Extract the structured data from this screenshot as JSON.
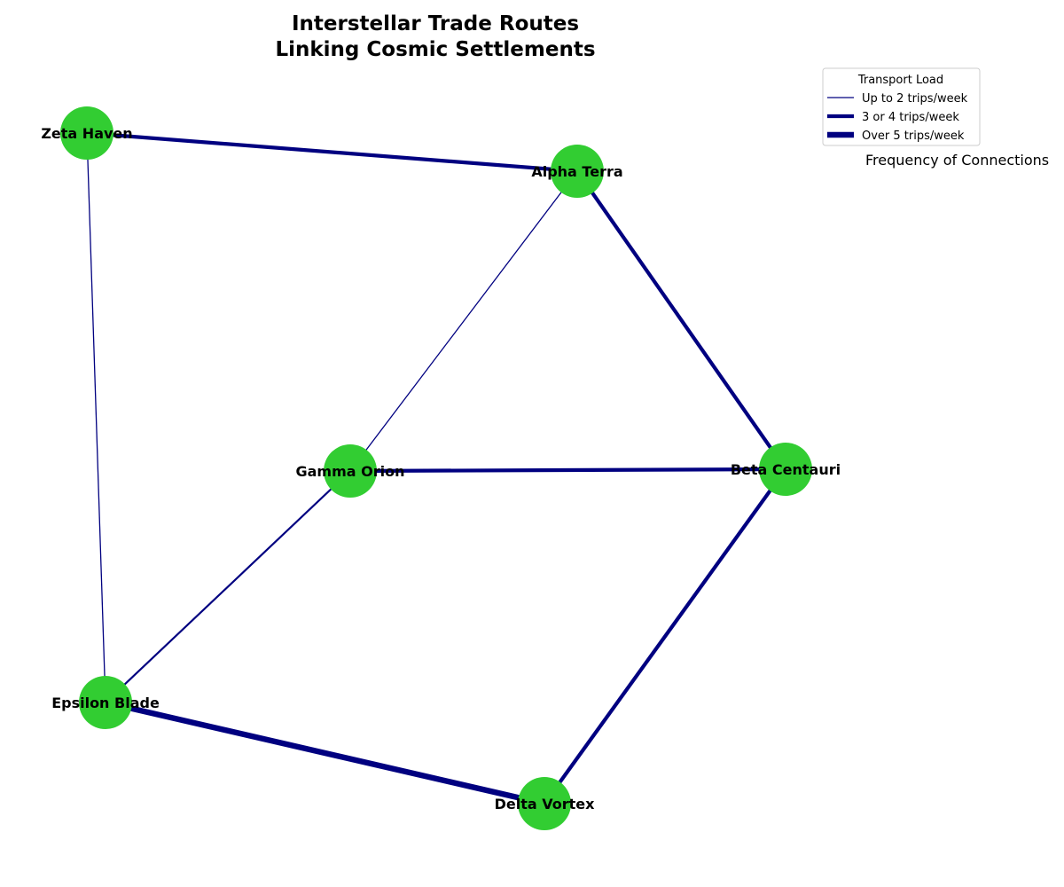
{
  "title": {
    "line1": "Interstellar Trade Routes",
    "line2": "Linking Cosmic Settlements"
  },
  "caption": "Frequency of Connections",
  "colors": {
    "edge": "#000080",
    "node": "#32cd32"
  },
  "nodes": [
    {
      "id": "zeta",
      "label": "Zeta Haven"
    },
    {
      "id": "alpha",
      "label": "Alpha Terra"
    },
    {
      "id": "gamma",
      "label": "Gamma Orion"
    },
    {
      "id": "beta",
      "label": "Beta Centauri"
    },
    {
      "id": "epsilon",
      "label": "Epsilon Blade"
    },
    {
      "id": "delta",
      "label": "Delta Vortex"
    }
  ],
  "edges": [
    {
      "source": "zeta",
      "target": "alpha",
      "load": "3 or 4 trips/week"
    },
    {
      "source": "zeta",
      "target": "epsilon",
      "load": "Up to 2 trips/week"
    },
    {
      "source": "alpha",
      "target": "gamma",
      "load": "Up to 2 trips/week"
    },
    {
      "source": "alpha",
      "target": "beta",
      "load": "3 or 4 trips/week"
    },
    {
      "source": "gamma",
      "target": "beta",
      "load": "3 or 4 trips/week"
    },
    {
      "source": "gamma",
      "target": "epsilon",
      "load": "Up to 2 trips/week"
    },
    {
      "source": "beta",
      "target": "delta",
      "load": "3 or 4 trips/week"
    },
    {
      "source": "epsilon",
      "target": "delta",
      "load": "Over 5 trips/week"
    }
  ],
  "legend": {
    "title": "Transport Load",
    "items": [
      {
        "label": "Up to 2 trips/week"
      },
      {
        "label": "3 or 4 trips/week"
      },
      {
        "label": "Over 5 trips/week"
      }
    ]
  }
}
